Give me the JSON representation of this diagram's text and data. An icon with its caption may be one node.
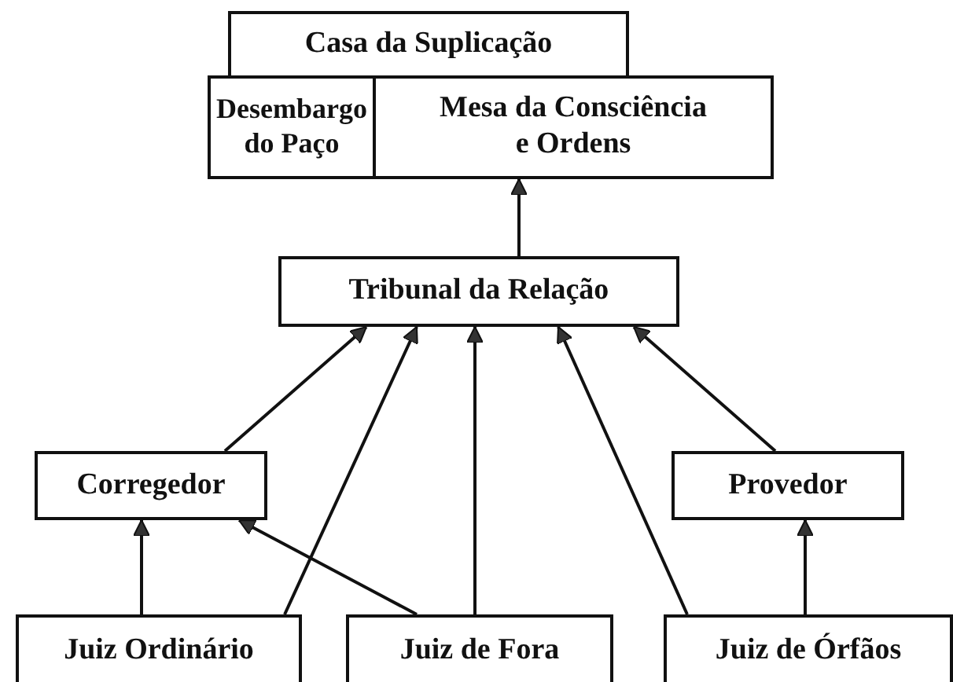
{
  "diagram": {
    "nodes": [
      {
        "text": [
          "Casa da Suplicação"
        ]
      },
      {
        "text": [
          "Desembargo do Paço"
        ]
      },
      {
        "text": [
          "Mesa da Consciência e Ordens"
        ]
      },
      {
        "text": [
          "Tribunal da Relação"
        ]
      },
      {
        "text": [
          "Corregedor"
        ]
      },
      {
        "text": [
          "Provedor"
        ]
      },
      {
        "text": [
          "Juiz Ordinário"
        ]
      },
      {
        "text": [
          "Juiz de Fora"
        ]
      },
      {
        "text": [
          "Juiz de Órfãos"
        ]
      }
    ],
    "edges": [
      {
        "from": 3,
        "to": 2,
        "arrow": "to"
      },
      {
        "from": 4,
        "to": 3,
        "arrow": "to"
      },
      {
        "from": 6,
        "to": 3,
        "arrow": "to"
      },
      {
        "from": 7,
        "to": 3,
        "arrow": "to"
      },
      {
        "from": 8,
        "to": 3,
        "arrow": "to"
      },
      {
        "from": 5,
        "to": 3,
        "arrow": "to"
      },
      {
        "from": 6,
        "to": 4,
        "arrow": "to"
      },
      {
        "from": 7,
        "to": 4,
        "arrow": "to"
      },
      {
        "from": 8,
        "to": 5,
        "arrow": "to"
      }
    ]
  }
}
